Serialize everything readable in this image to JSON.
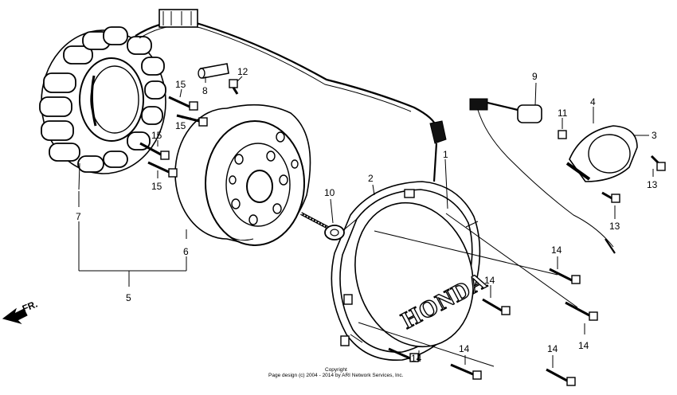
{
  "callouts": {
    "c1": "1",
    "c2": "2",
    "c3": "3",
    "c4": "4",
    "c5": "5",
    "c6": "6",
    "c7": "7",
    "c8": "8",
    "c9": "9",
    "c10": "10",
    "c11": "11",
    "c12": "12",
    "c13a": "13",
    "c13b": "13",
    "c14a": "14",
    "c14b": "14",
    "c14c": "14",
    "c14d": "14",
    "c14e": "14",
    "c14f": "14",
    "c15a": "15",
    "c15b": "15",
    "c15c": "15",
    "c15d": "15"
  },
  "direction_label": "FR.",
  "cover_logo": "HONDA",
  "copyright": {
    "line1": "Copyright",
    "line2": "Page design (c) 2004 - 2014 by ARI Network Services, Inc."
  }
}
